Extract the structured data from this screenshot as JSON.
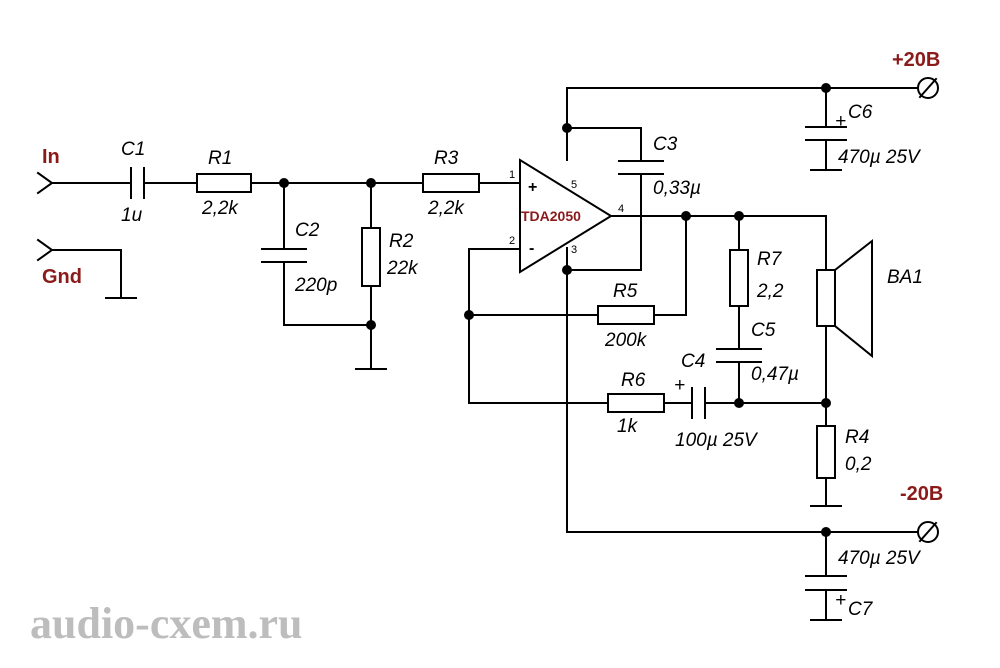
{
  "terminals": {
    "input": "In",
    "ground": "Gnd",
    "positive_supply": "+20В",
    "negative_supply": "-20В"
  },
  "ic": {
    "name": "TDA2050",
    "pin_noninv": "1",
    "pin_inv": "2",
    "pin_vneg": "3",
    "pin_out": "4",
    "pin_vpos": "5",
    "plus_sign": "+",
    "minus_sign": "-"
  },
  "components": {
    "c1": {
      "ref": "C1",
      "value": "1u"
    },
    "r1": {
      "ref": "R1",
      "value": "2,2k"
    },
    "c2": {
      "ref": "C2",
      "value": "220p"
    },
    "r2": {
      "ref": "R2",
      "value": "22k"
    },
    "r3": {
      "ref": "R3",
      "value": "2,2k"
    },
    "c3": {
      "ref": "C3",
      "value": "0,33µ"
    },
    "c6": {
      "ref": "C6",
      "value": "470µ 25V",
      "polarity": "+"
    },
    "r5": {
      "ref": "R5",
      "value": "200k"
    },
    "r6": {
      "ref": "R6",
      "value": "1k"
    },
    "c4": {
      "ref": "C4",
      "value": "100µ 25V",
      "polarity": "+"
    },
    "r7": {
      "ref": "R7",
      "value": "2,2"
    },
    "c5": {
      "ref": "C5",
      "value": "0,47µ"
    },
    "r4": {
      "ref": "R4",
      "value": "0,2"
    },
    "ba1": {
      "ref": "BA1"
    },
    "c7": {
      "ref": "C7",
      "value": "470µ 25V",
      "polarity": "+"
    }
  },
  "watermark": "audio-cxem.ru"
}
